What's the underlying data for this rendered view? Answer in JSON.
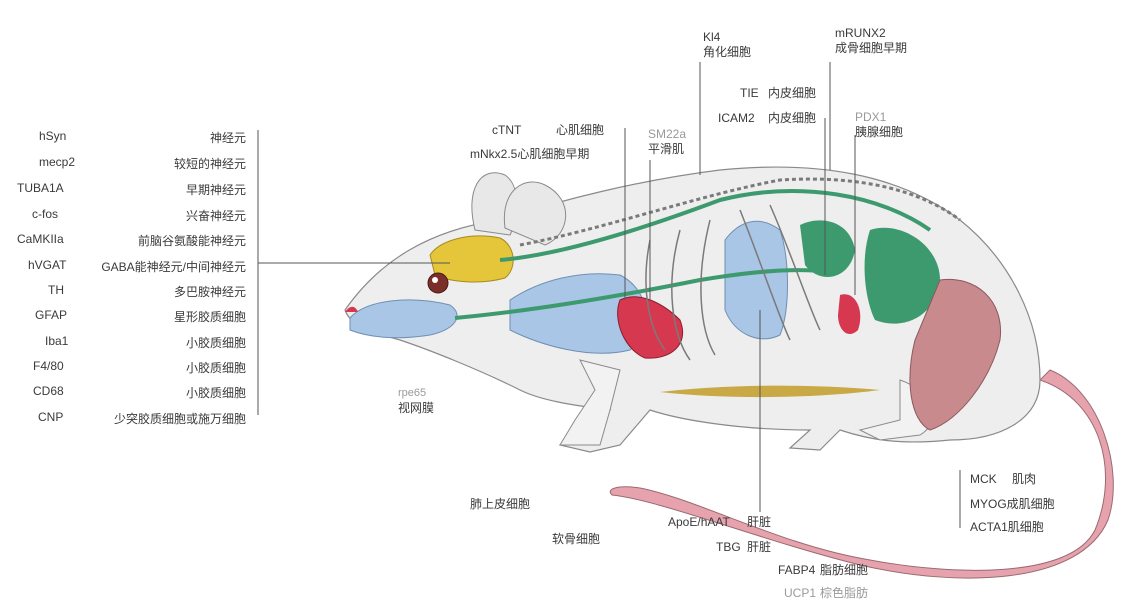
{
  "left_markers": [
    {
      "marker": "hSyn",
      "cell": "神经元"
    },
    {
      "marker": "mecp2",
      "cell": "较短的神经元"
    },
    {
      "marker": "TUBA1A",
      "cell": "早期神经元"
    },
    {
      "marker": "c-fos",
      "cell": "兴奋神经元"
    },
    {
      "marker": "CaMKIIa",
      "cell": "前脑谷氨酸能神经元"
    },
    {
      "marker": "hVGAT",
      "cell": "GABA能神经元/中间神经元"
    },
    {
      "marker": "TH",
      "cell": "多巴胺神经元"
    },
    {
      "marker": "GFAP",
      "cell": "星形胶质细胞"
    },
    {
      "marker": "Iba1",
      "cell": "小胶质细胞"
    },
    {
      "marker": "F4/80",
      "cell": "小胶质细胞"
    },
    {
      "marker": "CD68",
      "cell": "小胶质细胞"
    },
    {
      "marker": "CNP",
      "cell": "少突胶质细胞或施万细胞"
    }
  ],
  "heart": {
    "ctnt": "cTNT",
    "ctnt_cell": "心肌细胞",
    "nkx": "mNkx2.5心肌细胞早期"
  },
  "smooth": {
    "marker": "SM22a",
    "cell": "平滑肌"
  },
  "k14": {
    "marker": "Kl4",
    "cell": "角化细胞"
  },
  "endo": {
    "tie": "TIE",
    "tie_cell": "内皮细胞",
    "icam": "ICAM2",
    "icam_cell": "内皮细胞"
  },
  "bone": {
    "marker": "mRUNX2",
    "cell": "成骨细胞早期"
  },
  "pancreas": {
    "marker": "PDX1",
    "cell": "胰腺细胞"
  },
  "retina": {
    "marker": "rpe65",
    "cell": "视网膜"
  },
  "lung": {
    "cell": "肺上皮细胞"
  },
  "cartilage": {
    "cell": "软骨细胞"
  },
  "liver": {
    "apoe": "ApoE/hAAT",
    "apoe_cell": "肝脏",
    "tbg": "TBG",
    "tbg_cell": "肝脏"
  },
  "fat": {
    "fabp4": "FABP4",
    "fabp4_cell": "脂肪细胞",
    "ucp1": "UCP1",
    "ucp1_cell": "棕色脂肪"
  },
  "muscle": {
    "mck": "MCK",
    "mck_cell": "肌肉",
    "myog": "MYOG成肌细胞",
    "acta": "ACTA1肌细胞"
  },
  "colors": {
    "brain": "#e5c53a",
    "green": "#3d9a6e",
    "blue": "#a9c6e6",
    "red": "#d6384f",
    "muscle": "#c98a8e",
    "tail": "#e6a3ae",
    "fat": "#c9a946",
    "body": "#eeeeee",
    "outline": "#8a8a8a"
  }
}
